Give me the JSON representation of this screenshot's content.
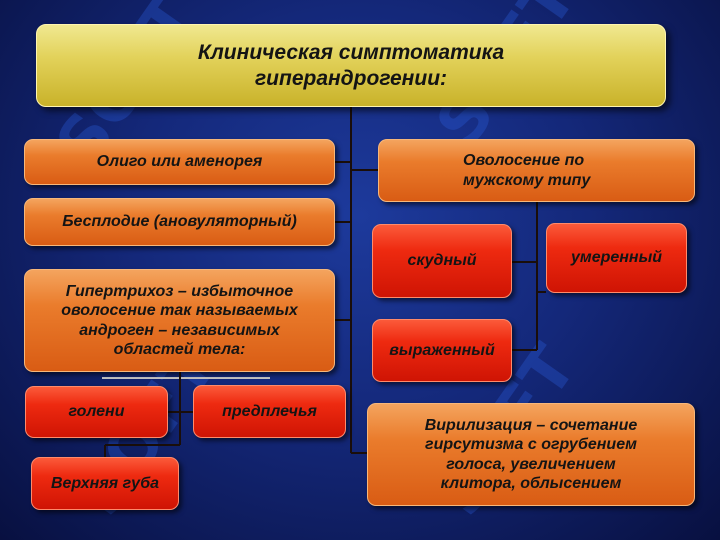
{
  "title": {
    "line1": "Клиническая симптоматика",
    "line2": "гиперандрогении:"
  },
  "left": {
    "oligo": "Олиго или аменорея",
    "infertility": "Бесплодие (ановуляторный)",
    "hypertrichosis": {
      "line1": "Гипертрихоз – избыточное",
      "line2": "оволосение так называемых",
      "line3": "андроген – независимых",
      "line4": "областей тела:"
    },
    "shins": "голени",
    "forearms": "предплечья",
    "upper_lip": "Верхняя губа"
  },
  "right": {
    "male_pattern": {
      "line1": "Оволосение по",
      "line2": "мужскому типу"
    },
    "scant": "скудный",
    "moderate": "умеренный",
    "pronounced": "выраженный",
    "virilization": {
      "line1": "Вирилизация – сочетание",
      "line2": "гирсутизма  с огрубением",
      "line3": "голоса, увеличением",
      "line4": "клитора, облысением"
    }
  },
  "watermark": "SOFT",
  "colors": {
    "background": "#14287a",
    "title_box": "#e2d25a",
    "orange_box": "#ea7c2c",
    "red_box": "#ee2a10"
  }
}
